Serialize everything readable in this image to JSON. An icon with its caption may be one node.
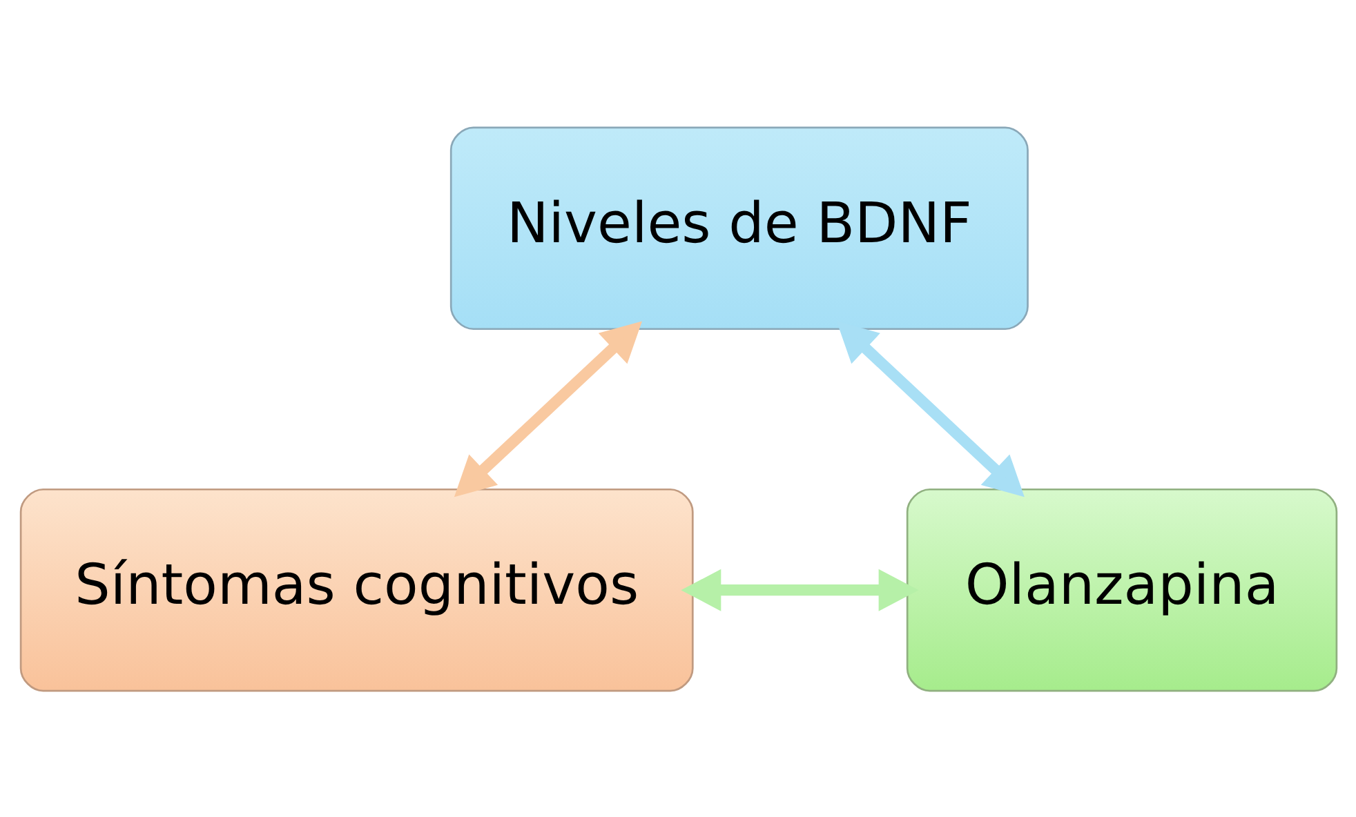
{
  "diagram": {
    "nodes": [
      {
        "text": [
          "Niveles de BDNF"
        ]
      },
      {
        "text": [
          "Síntomas cognitivos"
        ]
      },
      {
        "text": [
          "Olanzapina"
        ]
      }
    ],
    "edges": [
      {
        "from": 0,
        "to": 1,
        "arrow": "both",
        "color": "#f9c9a0"
      },
      {
        "from": 0,
        "to": 2,
        "arrow": "both",
        "color": "#a8dff5"
      },
      {
        "from": 1,
        "to": 2,
        "arrow": "both",
        "color": "#b6f0a8"
      }
    ]
  }
}
